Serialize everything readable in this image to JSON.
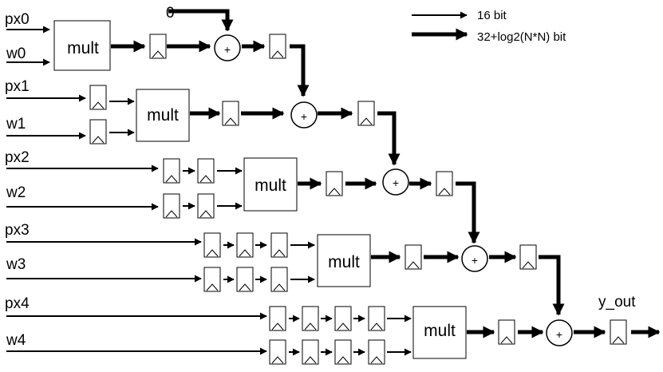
{
  "legend": {
    "thin_label": "16 bit",
    "thick_label": "32+log2(N*N) bit"
  },
  "inputs": {
    "px0": "px0",
    "w0": "w0",
    "px1": "px1",
    "w1": "w1",
    "px2": "px2",
    "w2": "w2",
    "px3": "px3",
    "w3": "w3",
    "px4": "px4",
    "w4": "w4"
  },
  "constant_zero": "0",
  "output_label": "y_out",
  "mult_label": "mult",
  "adder_symbol": "+",
  "colors": {
    "stroke": "#000000",
    "background": "#ffffff"
  }
}
